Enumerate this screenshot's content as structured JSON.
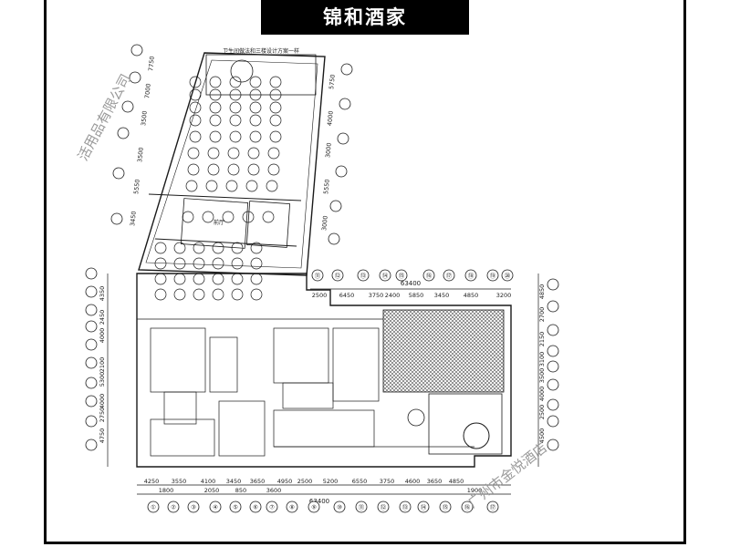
{
  "title": "锦和酒家",
  "note_top": "卫生间做法和三楼设计方案一样",
  "room_label": "前厅",
  "watermark_left": "活用品有限公司",
  "watermark_right": "广州市金悦酒店",
  "total_width": "63400",
  "top_dims": [
    "2500",
    "6450",
    "3750",
    "2400",
    "5850",
    "3450",
    "4850",
    "3200"
  ],
  "bottom_dims_row1": [
    "4250",
    "3550",
    "4100",
    "3450",
    "3650",
    "4950",
    "2500",
    "5200",
    "6550",
    "3750",
    "4600",
    "3650",
    "4850"
  ],
  "bottom_dims_row2": [
    "1800",
    "2050",
    "850",
    "3600",
    "1900"
  ],
  "top_axes": [
    "⑪",
    "⑫",
    "⑬",
    "⑭",
    "⑮",
    "⑯",
    "⑰",
    "⑱",
    "⑲",
    "⑳"
  ],
  "bottom_axes": [
    "①",
    "②",
    "③",
    "④",
    "⑤",
    "⑥",
    "⑦",
    "⑧",
    "⑨",
    "⑩",
    "⑪",
    "⑫",
    "⑬",
    "⑭",
    "⑮",
    "⑯",
    "⑰"
  ],
  "left_dims": [
    "4350",
    "2450",
    "4000",
    "2100",
    "5300",
    "4000",
    "2750",
    "4750"
  ],
  "right_dims": [
    "4850",
    "2700",
    "2150",
    "3100",
    "3500",
    "4000",
    "2500",
    "4500"
  ],
  "wing_dims": [
    "7750",
    "7000",
    "3500",
    "3500",
    "5550",
    "3450"
  ],
  "wing_right_dims": [
    "5750",
    "4000",
    "3000",
    "5550",
    "3000"
  ],
  "colors": {
    "frame": "#000000",
    "line": "#1a1a1a",
    "hatch": "#555555",
    "watermark": "#9a9a9a"
  }
}
